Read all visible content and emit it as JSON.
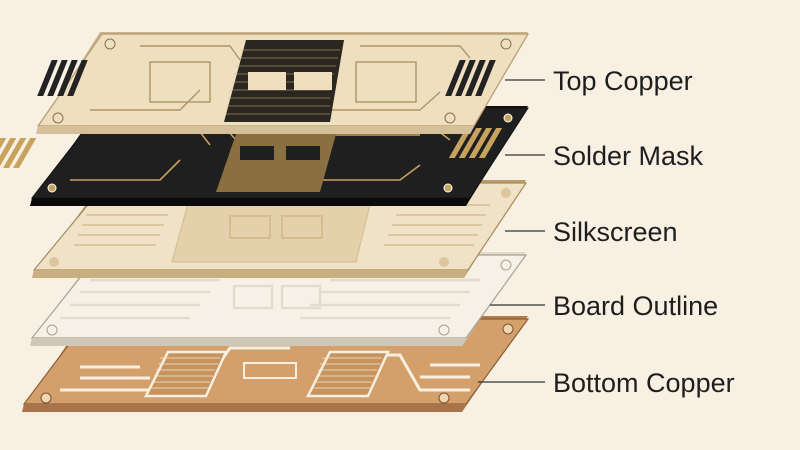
{
  "layers": [
    {
      "id": "top",
      "label": "Top Copper"
    },
    {
      "id": "mask",
      "label": "Solder Mask"
    },
    {
      "id": "silk",
      "label": "Silkscreen"
    },
    {
      "id": "outline",
      "label": "Board Outline"
    },
    {
      "id": "bottom",
      "label": "Bottom Copper"
    }
  ],
  "colors": {
    "background": "#f8f1e3",
    "top_board": "#eedfbf",
    "top_copper": "#222222",
    "mask_board": "#1f1f1f",
    "mask_pads": "#c8a35e",
    "silk_board": "#efe2c6",
    "outline_board": "#f6f1e6",
    "bottom_board": "#d3a06c",
    "trace_light": "#f8efe0",
    "leader": "#333333"
  }
}
